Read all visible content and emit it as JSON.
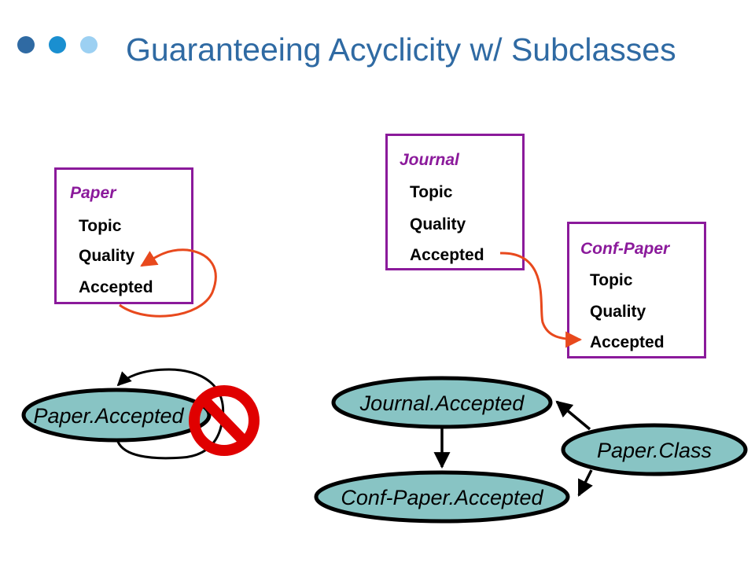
{
  "slide": {
    "title": "Guaranteeing Acyclicity w/ Subclasses",
    "bullet_dot_colors": [
      "#2f6aa3",
      "#1a8fd0",
      "#9cd0f2"
    ]
  },
  "classes": {
    "paper": {
      "name": "Paper",
      "attributes": [
        "Topic",
        "Quality",
        "Accepted"
      ]
    },
    "journal": {
      "name": "Journal",
      "attributes": [
        "Topic",
        "Quality",
        "Accepted"
      ]
    },
    "conf_paper": {
      "name": "Conf-Paper",
      "attributes": [
        "Topic",
        "Quality",
        "Accepted"
      ]
    }
  },
  "graph": {
    "nodes": {
      "paper_accepted": "Paper.Accepted",
      "journal_accepted": "Journal.Accepted",
      "conf_paper_accepted": "Conf-Paper.Accepted",
      "paper_class": "Paper.Class"
    }
  },
  "colors": {
    "class_border": "#8b1a9b",
    "dependency_arrow": "#e8491d",
    "node_fill": "#88c4c4",
    "prohibition": "#e00000"
  }
}
